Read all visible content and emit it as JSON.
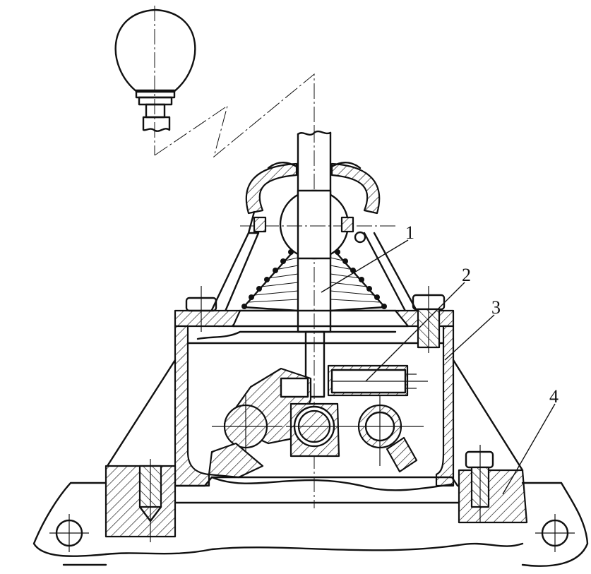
{
  "callouts": [
    {
      "label": "1"
    },
    {
      "label": "2"
    },
    {
      "label": "3"
    },
    {
      "label": "4"
    }
  ],
  "colors": {
    "ink": "#111111",
    "paper": "#ffffff"
  }
}
